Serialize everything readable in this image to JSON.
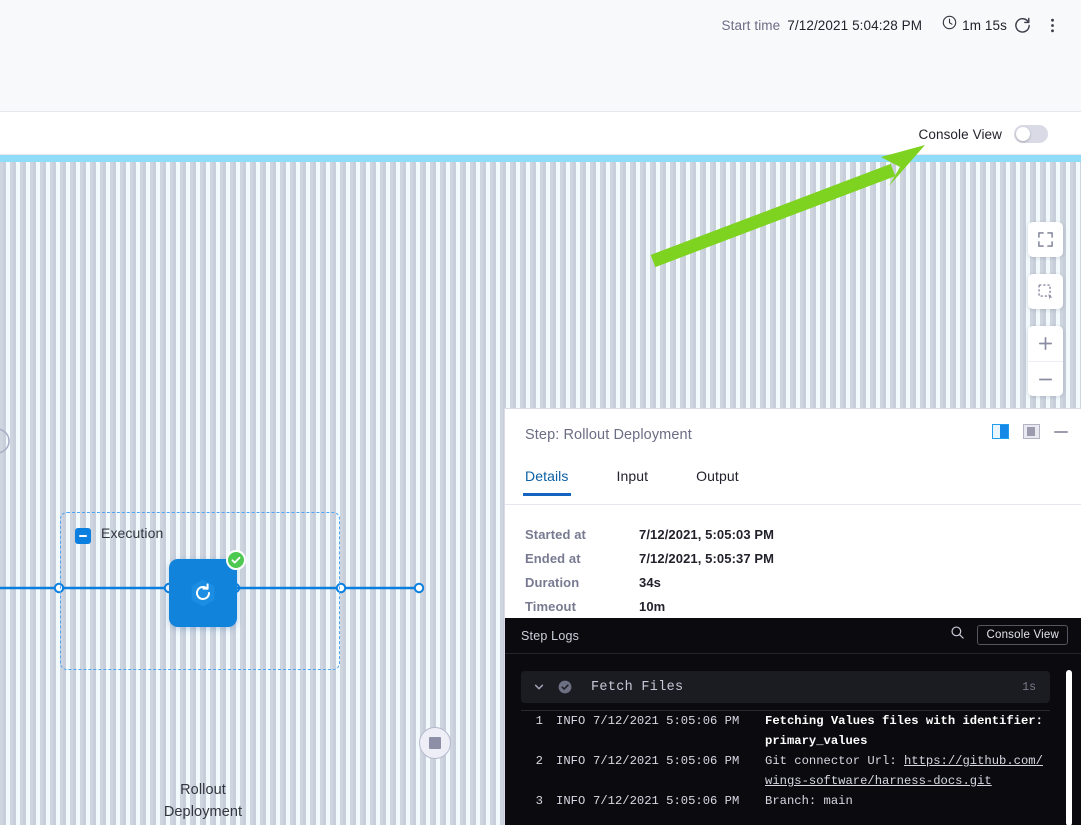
{
  "topbar": {
    "start_time_label": "Start time",
    "start_time_value": "7/12/2021 5:04:28 PM",
    "duration": "1m 15s",
    "clock_icon": "clock-icon",
    "refresh_icon": "refresh-icon",
    "more_icon": "more-vertical-icon"
  },
  "console_strip": {
    "label": "Console View",
    "toggle_state": "off"
  },
  "canvas": {
    "controls": [
      {
        "name": "fit-to-screen-button",
        "icon": "expand-corners-icon"
      },
      {
        "name": "zoom-to-selection-button",
        "icon": "selection-box-icon"
      },
      {
        "name": "zoom-in-button",
        "icon": "plus-icon"
      },
      {
        "name": "zoom-out-button",
        "icon": "minus-icon"
      }
    ],
    "annotation": {
      "type": "arrow",
      "color": "#7ed321",
      "points_to": "Console View"
    }
  },
  "graph": {
    "group_title": "Execution",
    "step": {
      "label_line1": "Rollout",
      "label_line2": "Deployment",
      "status": "success",
      "icon": "rollout-deployment-icon"
    },
    "end_node_icon": "stop-square-icon"
  },
  "detail": {
    "title": "Step: Rollout Deployment",
    "header_icons": [
      {
        "name": "layout-right-panel-icon",
        "state": "active"
      },
      {
        "name": "layout-bottom-panel-icon",
        "state": "inactive"
      },
      {
        "name": "minimize-icon",
        "state": "inactive"
      }
    ],
    "tabs": [
      {
        "label": "Details",
        "active": true
      },
      {
        "label": "Input",
        "active": false
      },
      {
        "label": "Output",
        "active": false
      }
    ],
    "fields": [
      {
        "key": "Started at",
        "value": "7/12/2021, 5:05:03 PM"
      },
      {
        "key": "Ended at",
        "value": "7/12/2021, 5:05:37 PM"
      },
      {
        "key": "Duration",
        "value": "34s"
      },
      {
        "key": "Timeout",
        "value": "10m"
      }
    ]
  },
  "logs": {
    "title": "Step Logs",
    "search_icon": "search-icon",
    "console_view_button": "Console View",
    "group": {
      "name": "Fetch Files",
      "duration": "1s",
      "status": "success",
      "expanded": true
    },
    "lines": [
      {
        "num": "1",
        "level": "INFO",
        "timestamp": "7/12/2021 5:05:06 PM",
        "message": "Fetching Values files with identifier: primary_values",
        "bold": true
      },
      {
        "num": "2",
        "level": "INFO",
        "timestamp": "7/12/2021 5:05:06 PM",
        "message_prefix": "Git connector Url: ",
        "message_link": "https://github.com/wings-software/harness-docs.git",
        "bold": false
      },
      {
        "num": "3",
        "level": "INFO",
        "timestamp": "7/12/2021 5:05:06 PM",
        "message": "Branch: main",
        "bold": false
      }
    ]
  }
}
